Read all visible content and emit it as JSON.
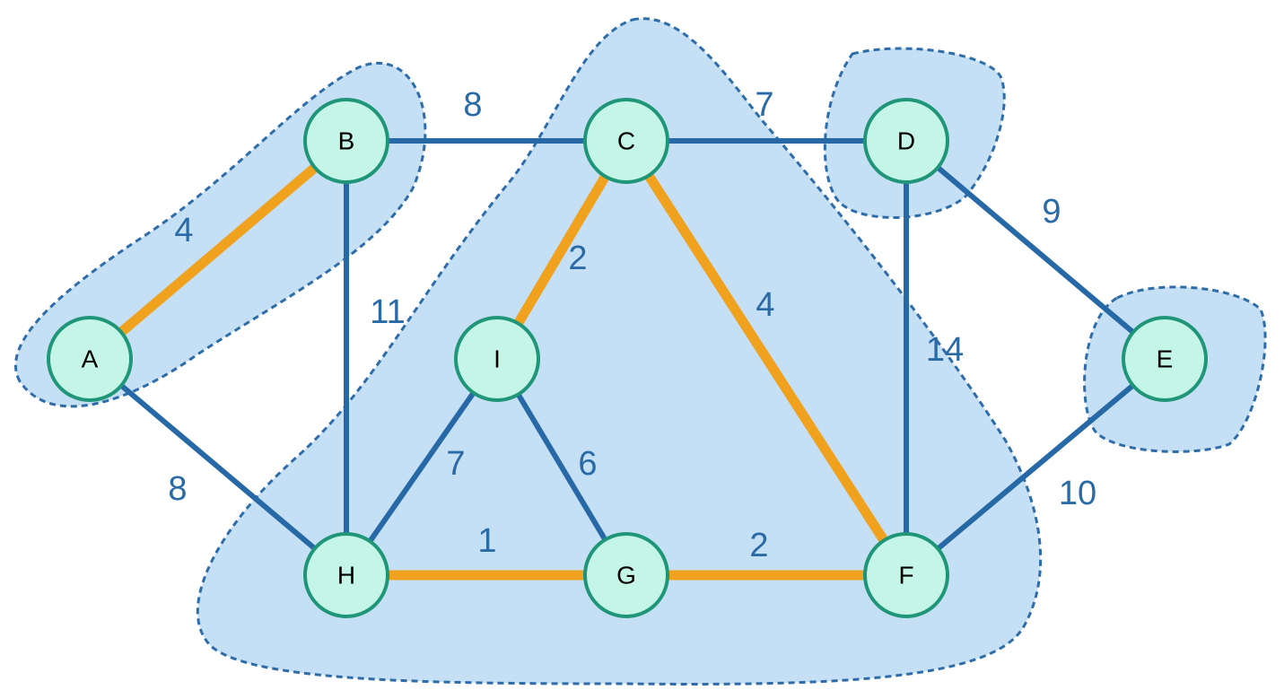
{
  "graph": {
    "nodes": [
      {
        "id": "A",
        "label": "A"
      },
      {
        "id": "B",
        "label": "B"
      },
      {
        "id": "C",
        "label": "C"
      },
      {
        "id": "D",
        "label": "D"
      },
      {
        "id": "E",
        "label": "E"
      },
      {
        "id": "F",
        "label": "F"
      },
      {
        "id": "G",
        "label": "G"
      },
      {
        "id": "H",
        "label": "H"
      },
      {
        "id": "I",
        "label": "I"
      }
    ],
    "edges": [
      {
        "from": "A",
        "to": "B",
        "weight": "4",
        "in_tree": true
      },
      {
        "from": "B",
        "to": "C",
        "weight": "8",
        "in_tree": false
      },
      {
        "from": "C",
        "to": "D",
        "weight": "7",
        "in_tree": false
      },
      {
        "from": "D",
        "to": "E",
        "weight": "9",
        "in_tree": false
      },
      {
        "from": "B",
        "to": "H",
        "weight": "11",
        "in_tree": false
      },
      {
        "from": "A",
        "to": "H",
        "weight": "8",
        "in_tree": false
      },
      {
        "from": "C",
        "to": "I",
        "weight": "2",
        "in_tree": true
      },
      {
        "from": "C",
        "to": "F",
        "weight": "4",
        "in_tree": true
      },
      {
        "from": "D",
        "to": "F",
        "weight": "14",
        "in_tree": false
      },
      {
        "from": "I",
        "to": "H",
        "weight": "7",
        "in_tree": false
      },
      {
        "from": "I",
        "to": "G",
        "weight": "6",
        "in_tree": false
      },
      {
        "from": "H",
        "to": "G",
        "weight": "1",
        "in_tree": true
      },
      {
        "from": "G",
        "to": "F",
        "weight": "2",
        "in_tree": true
      },
      {
        "from": "E",
        "to": "F",
        "weight": "10",
        "in_tree": false
      }
    ],
    "clusters": [
      {
        "members": [
          "A",
          "B"
        ]
      },
      {
        "members": [
          "C",
          "I",
          "H",
          "G",
          "F"
        ]
      },
      {
        "members": [
          "D"
        ]
      },
      {
        "members": [
          "E"
        ]
      }
    ],
    "colors": {
      "cluster_fill": "#c5dff4",
      "cluster_border": "#2e6da9",
      "edge": "#2669a6",
      "tree_edge": "#f0a11e",
      "node_fill": "#c5f5e7",
      "node_border": "#1e9677",
      "weight_text": "#2a6aa6"
    }
  }
}
